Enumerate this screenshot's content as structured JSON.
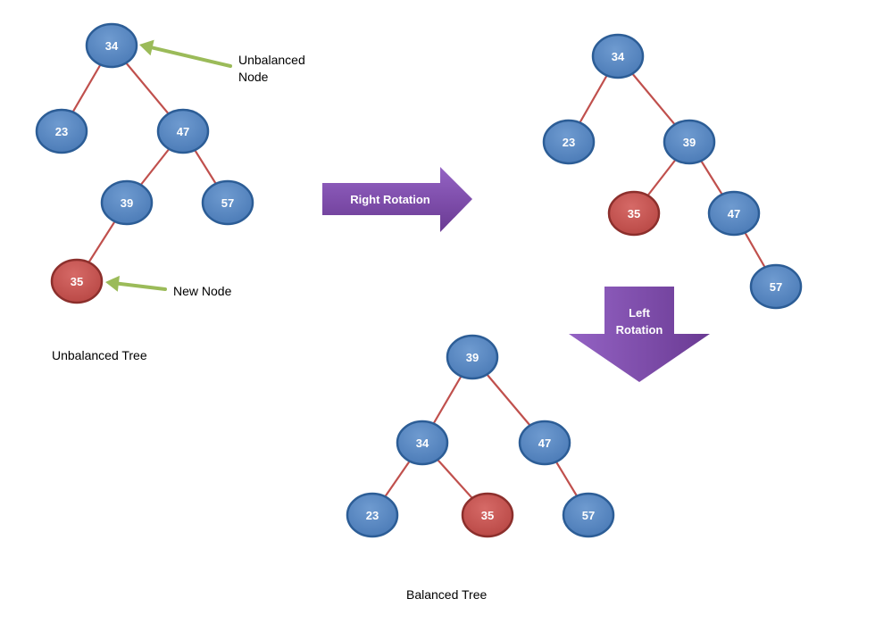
{
  "colors": {
    "node_blue": "#4f81bd",
    "node_blue_edge": "#2c5d96",
    "node_red": "#c0504d",
    "node_red_edge": "#8c2f2c",
    "edge_line": "#c0504d",
    "pointer_green": "#9bbb59",
    "rotation_arrow": "#7f4aa8"
  },
  "trees": [
    {
      "caption": "Unbalanced Tree",
      "nodes": [
        {
          "id": "a34",
          "label": "34",
          "color": "blue"
        },
        {
          "id": "a23",
          "label": "23",
          "color": "blue"
        },
        {
          "id": "a47",
          "label": "47",
          "color": "blue"
        },
        {
          "id": "a39",
          "label": "39",
          "color": "blue"
        },
        {
          "id": "a57",
          "label": "57",
          "color": "blue"
        },
        {
          "id": "a35",
          "label": "35",
          "color": "red"
        }
      ],
      "edges": [
        [
          "a34",
          "a23"
        ],
        [
          "a34",
          "a47"
        ],
        [
          "a47",
          "a39"
        ],
        [
          "a47",
          "a57"
        ],
        [
          "a39",
          "a35"
        ]
      ],
      "annotations": [
        {
          "target": "a34",
          "text_lines": [
            "Unbalanced",
            "Node"
          ]
        },
        {
          "target": "a35",
          "text_lines": [
            "New Node"
          ]
        }
      ]
    },
    {
      "caption": "",
      "nodes": [
        {
          "id": "b34",
          "label": "34",
          "color": "blue"
        },
        {
          "id": "b23",
          "label": "23",
          "color": "blue"
        },
        {
          "id": "b39",
          "label": "39",
          "color": "blue"
        },
        {
          "id": "b35",
          "label": "35",
          "color": "red"
        },
        {
          "id": "b47",
          "label": "47",
          "color": "blue"
        },
        {
          "id": "b57",
          "label": "57",
          "color": "blue"
        }
      ],
      "edges": [
        [
          "b34",
          "b23"
        ],
        [
          "b34",
          "b39"
        ],
        [
          "b39",
          "b35"
        ],
        [
          "b39",
          "b47"
        ],
        [
          "b47",
          "b57"
        ]
      ],
      "annotations": []
    },
    {
      "caption": "Balanced Tree",
      "nodes": [
        {
          "id": "c39",
          "label": "39",
          "color": "blue"
        },
        {
          "id": "c34",
          "label": "34",
          "color": "blue"
        },
        {
          "id": "c47",
          "label": "47",
          "color": "blue"
        },
        {
          "id": "c23",
          "label": "23",
          "color": "blue"
        },
        {
          "id": "c35",
          "label": "35",
          "color": "red"
        },
        {
          "id": "c57",
          "label": "57",
          "color": "blue"
        }
      ],
      "edges": [
        [
          "c39",
          "c34"
        ],
        [
          "c39",
          "c47"
        ],
        [
          "c34",
          "c23"
        ],
        [
          "c34",
          "c35"
        ],
        [
          "c47",
          "c57"
        ]
      ],
      "annotations": []
    }
  ],
  "rotations": [
    {
      "id": "right-rotation",
      "direction": "right",
      "text_lines": [
        "Right Rotation"
      ]
    },
    {
      "id": "left-rotation",
      "direction": "down",
      "text_lines": [
        "Left",
        "Rotation"
      ]
    }
  ]
}
